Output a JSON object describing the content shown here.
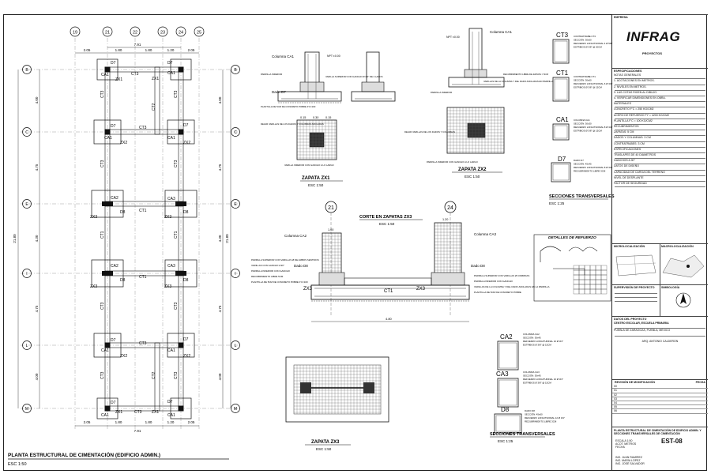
{
  "plan": {
    "title": "PLANTA ESTRUCTURAL DE CIMENTACIÓN (EDIFICIO ADMIN.)",
    "scale": "ESC 1:50",
    "grid_columns": [
      "19",
      "21",
      "22",
      "23",
      "24",
      "25"
    ],
    "grid_rows": [
      "B",
      "C",
      "E",
      "I",
      "L",
      "M"
    ],
    "top_dims_outer": [
      "2.05",
      "1.80",
      "1.80",
      "1.20",
      "2.05"
    ],
    "top_dim_overall": "7.91",
    "side_dims": [
      "4.00",
      "4.75",
      "4.30",
      "4.75",
      "4.00"
    ],
    "side_overall": "21.80",
    "labels": {
      "zx1": "ZX1",
      "zx2": "ZX2",
      "zx3": "ZX3",
      "ct1": "CT1",
      "ct2": "CT2",
      "ct3": "CT3",
      "ca1": "CA1",
      "ca2": "CA2",
      "ca3": "CA3",
      "d7": "D7",
      "d8": "D8"
    }
  },
  "zx1": {
    "title": "ZAPATA ZX1",
    "scale": "ESC 1:50",
    "column_label": "Columna CA1",
    "level": "NPT ±0.00",
    "dado": "Dado D7",
    "dims": [
      "0.15",
      "0.30",
      "0.15"
    ],
    "notes": [
      "VARILLA SUPERIOR CON GANCHO Ø 3/4\" DE 2 LADOS",
      "PARRILLA INFERIOR",
      "PLANTILLA DE 5CM DE CONCRETO POBRE F'C=100",
      "VARILLA INFERIOR CON GANCHO A LO LARGO",
      "DEJAR VARILLAS DE LOS DADOS Y COLUMNAS ANCLADAS"
    ]
  },
  "zx2": {
    "title": "ZAPATA ZX2",
    "scale": "ESC 1:50",
    "column_label": "Columna CA1",
    "level": "NPT ±0.00",
    "notes": [
      "RECUBRIMIENTO LIBRE DE ZAPATA = 5CM",
      "VARILLAS DE LA COLUMNA Y DEL DADO ANCLADAS EN PARRILLA",
      "PARRILLA INFERIOR",
      "DEJAR VARILLAS DE LOS DADOS Y COLUMNAS",
      "PARRILLA INFERIOR CON GANCHO A LO LARGO"
    ]
  },
  "zx3": {
    "section_title": "CORTE EN ZAPATAS ZX3",
    "section_scale": "ESC 1:50",
    "plan_title": "ZAPATA ZX3",
    "plan_scale": "ESC 1:50",
    "axes": [
      "21",
      "24"
    ],
    "col_left": "Columna CA2",
    "col_right": "Columna CA3",
    "dado_left": "Dado D8",
    "dado_right": "Dado D8",
    "label": "ZX3",
    "ct": "CT1",
    "notes_left": [
      "PARRILLA SUPERIOR CON VARILLAS Ø DE AMBOS SENTIDOS",
      "VARILLAS CON GANCHO A 90°",
      "PARRILLA INFERIOR CON GANCHO",
      "RECUBRIMIENTO LIBRE 5CM",
      "PLANTILLA DE 5CM DE CONCRETO POBRE F'C=100"
    ],
    "notes_right": [
      "PARRILLA SUPERIOR CON VARILLAS Ø CORRIDAS",
      "PARRILLA INFERIOR CON GANCHO",
      "VARILLAS DE LA COLUMNA Y DEL DADO ANCLADAS EN LA PARRILLA",
      "PLANTILLA DE 5CM DE CONCRETO POBRE"
    ],
    "dims_top": [
      "1.00",
      "1.20"
    ],
    "dim_overall": "4.80"
  },
  "sections_top": {
    "title": "SECCIONES TRANSVERSALES",
    "scale": "ESC 1:25",
    "items": [
      {
        "id": "CT3",
        "notes": [
          "CONTRATRABE CT3",
          "SECCIÓN: 30x60",
          "REFUERZO LONGITUDINAL 4 Ø 5/8\"",
          "ESTRIBOS Ø 3/8\" @ 20CM"
        ]
      },
      {
        "id": "CT1",
        "notes": [
          "CONTRATRABE CT1",
          "SECCIÓN: 30x60",
          "REFUERZO LONGITUDINAL 6 Ø 3/4\"",
          "ESTRIBOS Ø 3/8\" @ 15CM"
        ]
      },
      {
        "id": "CA1",
        "notes": [
          "COLUMNA CA1",
          "SECCIÓN: 30x30",
          "REFUERZO LONGITUDINAL 8 Ø 3/4\"",
          "ESTRIBOS Ø 3/8\" @ 15CM"
        ]
      },
      {
        "id": "D7",
        "notes": [
          "DADO D7",
          "SECCIÓN: 45x45",
          "REFUERZO LONGITUDINAL 8 Ø 3/4\"",
          "RECUBRIMIENTO LIBRE 3CM"
        ]
      }
    ]
  },
  "sections_bottom": {
    "title": "SECCIONES TRANSVERSALES",
    "scale": "ESC 1:25",
    "items": [
      {
        "id": "CA2",
        "notes": [
          "COLUMNA CA2",
          "SECCIÓN: 30x45",
          "REFUERZO LONGITUDINAL 10 Ø 3/4\"",
          "ESTRIBOS Ø 3/8\" @ 15CM"
        ]
      },
      {
        "id": "CA3",
        "notes": [
          "COLUMNA CA3",
          "SECCIÓN: 30x45",
          "REFUERZO LONGITUDINAL 10 Ø 3/4\"",
          "ESTRIBOS Ø 3/8\" @ 15CM"
        ]
      },
      {
        "id": "D8",
        "notes": [
          "DADO D8",
          "SECCIÓN: 45x60",
          "REFUERZO LONGITUDINAL 12 Ø 3/4\"",
          "RECUBRIMIENTO LIBRE 3CM"
        ]
      }
    ]
  },
  "details": {
    "title": "DETALLES DE REFUERZO"
  },
  "titleblock": {
    "sheet_header": "EMPRESA",
    "logo": "INFRAG",
    "logo_sub": "PROYECTOS",
    "specs_header": "ESPECIFICACIONES",
    "specs_lines": [
      "NOTAS GENERALES",
      "1. ACOTACIONES EN METROS.",
      "2. NIVELES EN METROS.",
      "3. LAS COTAS RIGEN AL DIBUJO.",
      "4. VERIFICAR DIMENSIONES EN OBRA.",
      "MATERIALES",
      "CONCRETO F'C = 250 KG/CM2",
      "ACERO DE REFUERZO FY = 4200 KG/CM2",
      "PLANTILLA F'C = 100 KG/CM2",
      "RECUBRIMIENTOS",
      "ZAPATAS: 5 CM",
      "DADOS Y COLUMNAS: 3 CM",
      "CONTRATRABES: 3 CM",
      "ESPECIFICACIONES",
      "TRASLAPES DE 40 DIÁMETROS",
      "GANCHOS A 90°",
      "DATOS DE DISEÑO",
      "CAPACIDAD DE CARGA DEL TERRENO",
      "NIVEL DE DESPLANTE",
      "FACTOR DE SEGURIDAD"
    ],
    "localization_header": "MICROLOCALIZACIÓN",
    "macro_header": "MACROLOCALIZACIÓN",
    "supervisor_header": "SUPERVISIÓN DE PROYECTO",
    "symbology_header": "SIMBOLOGÍA",
    "project_header": "DATOS DEL PROYECTO",
    "project_name": "CENTRO ESCOLAR, ESCUELA PRIMARIA",
    "project_location": "PUEBLA DE ZARAGOZA, PUEBLA, MÉXICO",
    "architect": "ARQ. ANTONIO CALDERÓN",
    "revisions_header": "REVISIÓN DE MODIFICACIÓN",
    "revisions_date": "FECHA",
    "revision_ids": [
      "00",
      "01",
      "02",
      "03",
      "04",
      "05",
      "06"
    ],
    "drawing_desc": "PLANTA ESTRUCTURAL DE CIMENTACIÓN DE EDIFICIO ADMIN. Y SECCIONES TRANSVERSALES DE CIMENTACIÓN",
    "sheet_id": "EST-08",
    "scale_label": "ESCALA",
    "scale_value": "1:50",
    "date_label": "FECHA",
    "units_label": "ACOT.",
    "units_value": "METROS",
    "designer": "ING. JUAN RAMÍREZ",
    "reviewer": "ING. MARÍA LÓPEZ",
    "approver": "ING. JOSÉ SALVADOR"
  }
}
